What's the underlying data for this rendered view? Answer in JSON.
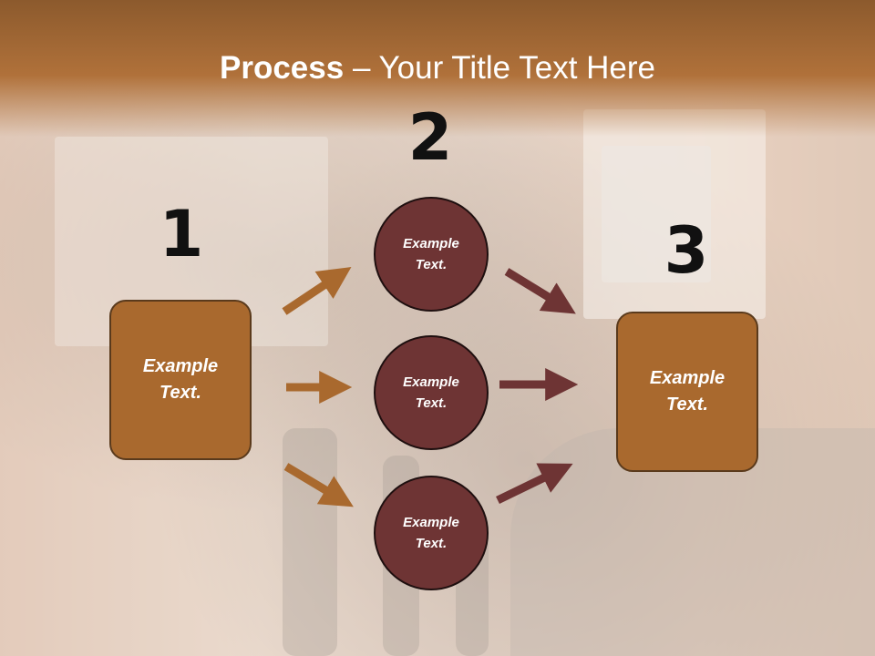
{
  "title": {
    "bold": "Process",
    "rest": " – Your Title Text Here"
  },
  "steps": [
    {
      "number": "1",
      "box_text": "Example Text."
    },
    {
      "number": "2",
      "circle_texts": [
        "Example Text.",
        "Example Text.",
        "Example Text."
      ]
    },
    {
      "number": "3",
      "box_text": "Example Text."
    }
  ],
  "colors": {
    "banner": "#a9692e",
    "box": "#a9692e",
    "circle": "#6e3434",
    "arrow_in": "#a9692e",
    "arrow_out": "#6e3434"
  }
}
